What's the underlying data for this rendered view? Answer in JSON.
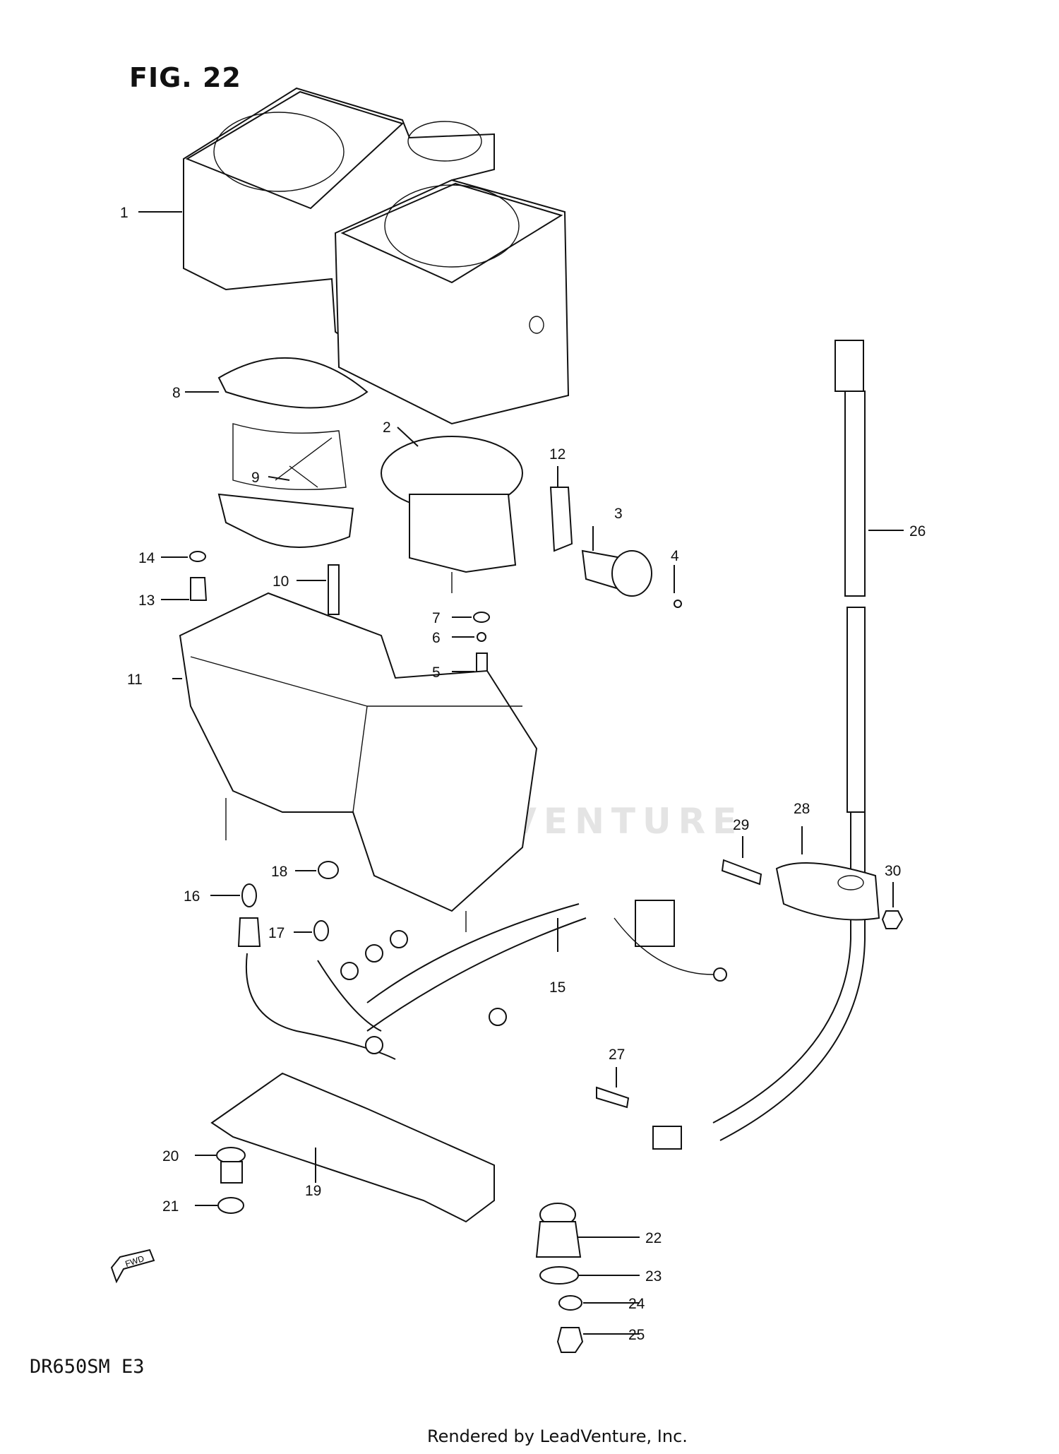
{
  "figure": {
    "title": "FIG. 22",
    "model": "DR650SM  E3",
    "footer": "Rendered by LeadVenture, Inc.",
    "watermark": "LEADVENTURE",
    "fwd_label": "FWD"
  },
  "callouts": [
    "1",
    "2",
    "3",
    "4",
    "5",
    "6",
    "7",
    "8",
    "9",
    "10",
    "11",
    "12",
    "13",
    "14",
    "15",
    "16",
    "17",
    "18",
    "19",
    "20",
    "21",
    "22",
    "23",
    "24",
    "25",
    "26",
    "27",
    "28",
    "29",
    "30"
  ]
}
